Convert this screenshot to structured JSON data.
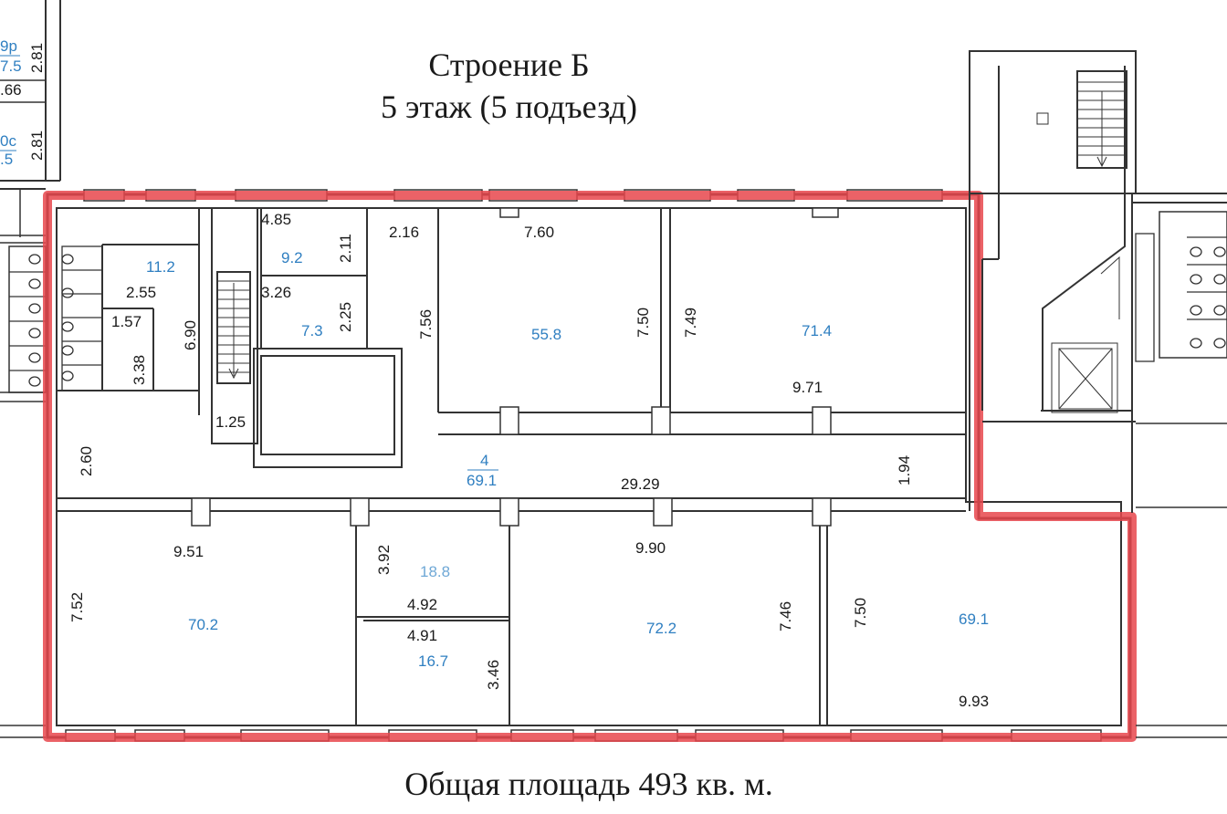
{
  "header": {
    "building": "Строение Б",
    "floor": "5 этаж (5 подъезд)"
  },
  "footer": {
    "total_area": "Общая площадь 493 кв. м."
  },
  "colors": {
    "highlight": "#e8474c",
    "area_label": "#2f7fc1",
    "walls": "#333333"
  },
  "neighbor_labels": {
    "left_top_room": "9р",
    "left_top_area": "7.5",
    "left_top_dim": "2.81",
    "left_dim_a": ".66",
    "left_mid_room": "0с",
    "left_mid_area": ".5",
    "left_mid_dim": "2.81"
  },
  "rooms": {
    "toilets": {
      "area": "11.2",
      "dim_a": "2.55",
      "dim_b": "1.57",
      "dim_c": "3.38",
      "dim_d": "6.90"
    },
    "small_top": {
      "area": "9.2",
      "width": "4.85",
      "height": "2.11",
      "dim_side": "2.16"
    },
    "small_mid": {
      "area": "7.3",
      "width": "3.26",
      "height": "2.25"
    },
    "stair": {
      "dim": "1.25"
    },
    "office_55": {
      "area": "55.8",
      "width": "7.60",
      "height": "7.50",
      "left_dim": "7.56"
    },
    "office_71": {
      "area": "71.4",
      "width": "9.71",
      "height": "7.49"
    },
    "corridor": {
      "number": "4",
      "area": "69.1",
      "length": "29.29",
      "width_left": "2.60",
      "width_right": "1.94"
    },
    "office_70": {
      "area": "70.2",
      "width": "9.51",
      "height": "7.52"
    },
    "room_18": {
      "area": "18.8",
      "width": "4.92",
      "height": "3.92"
    },
    "room_16": {
      "area": "16.7",
      "width": "4.91",
      "height": "3.46"
    },
    "office_72": {
      "area": "72.2",
      "width": "9.90",
      "height": "7.46"
    },
    "office_69": {
      "area": "69.1",
      "width": "9.93",
      "height": "7.50"
    }
  }
}
